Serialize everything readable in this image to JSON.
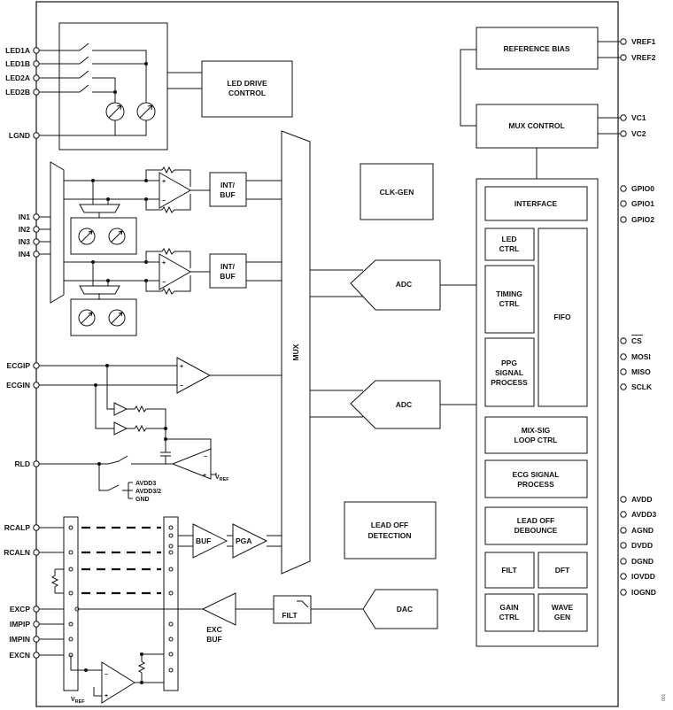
{
  "pins_left": [
    {
      "id": "led1a",
      "label": "LED1A"
    },
    {
      "id": "led1b",
      "label": "LED1B"
    },
    {
      "id": "led2a",
      "label": "LED2A"
    },
    {
      "id": "led2b",
      "label": "LED2B"
    },
    {
      "id": "lgnd",
      "label": "LGND"
    },
    {
      "id": "in1",
      "label": "IN1"
    },
    {
      "id": "in2",
      "label": "IN2"
    },
    {
      "id": "in3",
      "label": "IN3"
    },
    {
      "id": "in4",
      "label": "IN4"
    },
    {
      "id": "ecgip",
      "label": "ECGIP"
    },
    {
      "id": "ecgin",
      "label": "ECGIN"
    },
    {
      "id": "rld",
      "label": "RLD"
    },
    {
      "id": "rcalp",
      "label": "RCALP"
    },
    {
      "id": "rcaln",
      "label": "RCALN"
    },
    {
      "id": "excp",
      "label": "EXCP"
    },
    {
      "id": "impip",
      "label": "IMPIP"
    },
    {
      "id": "impin",
      "label": "IMPIN"
    },
    {
      "id": "excn",
      "label": "EXCN"
    }
  ],
  "pins_right": [
    {
      "id": "vref1",
      "label": "VREF1"
    },
    {
      "id": "vref2",
      "label": "VREF2"
    },
    {
      "id": "vc1",
      "label": "VC1"
    },
    {
      "id": "vc2",
      "label": "VC2"
    },
    {
      "id": "gpio0",
      "label": "GPIO0"
    },
    {
      "id": "gpio1",
      "label": "GPIO1"
    },
    {
      "id": "gpio2",
      "label": "GPIO2"
    },
    {
      "id": "cs",
      "label": "CS"
    },
    {
      "id": "mosi",
      "label": "MOSI"
    },
    {
      "id": "miso",
      "label": "MISO"
    },
    {
      "id": "sclk",
      "label": "SCLK"
    },
    {
      "id": "avdd",
      "label": "AVDD"
    },
    {
      "id": "avdd3",
      "label": "AVDD3"
    },
    {
      "id": "agnd",
      "label": "AGND"
    },
    {
      "id": "dvdd",
      "label": "DVDD"
    },
    {
      "id": "dgnd",
      "label": "DGND"
    },
    {
      "id": "iovdd",
      "label": "IOVDD"
    },
    {
      "id": "iognd",
      "label": "IOGND"
    }
  ],
  "blocks": {
    "led_drive_control": [
      "LED DRIVE",
      "CONTROL"
    ],
    "int_buf_1": [
      "INT/",
      "BUF"
    ],
    "int_buf_2": [
      "INT/",
      "BUF"
    ],
    "clk_gen": [
      "CLK-GEN"
    ],
    "reference_bias": [
      "REFERENCE BIAS"
    ],
    "mux_control": [
      "MUX CONTROL"
    ],
    "interface": [
      "INTERFACE"
    ],
    "led_ctrl": [
      "LED",
      "CTRL"
    ],
    "timing_ctrl": [
      "TIMING",
      "CTRL"
    ],
    "ppg_signal_process": [
      "PPG",
      "SIGNAL",
      "PROCESS"
    ],
    "fifo": [
      "FIFO"
    ],
    "mix_sig_loop_ctrl": [
      "MIX-SIG",
      "LOOP CTRL"
    ],
    "ecg_signal_process": [
      "ECG SIGNAL",
      "PROCESS"
    ],
    "lead_off_debounce": [
      "LEAD OFF",
      "DEBOUNCE"
    ],
    "filt_digital": [
      "FILT"
    ],
    "dft": [
      "DFT"
    ],
    "gain_ctrl": [
      "GAIN",
      "CTRL"
    ],
    "wave_gen": [
      "WAVE",
      "GEN"
    ],
    "adc_1": [
      "ADC"
    ],
    "adc_2": [
      "ADC"
    ],
    "lead_off_detection": [
      "LEAD OFF",
      "DETECTION"
    ],
    "dac": [
      "DAC"
    ],
    "filt_analog": [
      "FILT"
    ],
    "buf": [
      "BUF"
    ],
    "pga": [
      "PGA"
    ],
    "mux": [
      "MUX"
    ]
  },
  "labels": {
    "exc_buf": [
      "EXC",
      "BUF"
    ],
    "rld_vref_main": "V",
    "rld_vref_sub": "REF",
    "rld_supplies": [
      "AVDD3",
      "AVDD3/2",
      "GND"
    ],
    "exc_vref_main": "V",
    "exc_vref_sub": "REF",
    "opamp_plus": "+",
    "opamp_minus": "−",
    "figure_number": "001"
  }
}
